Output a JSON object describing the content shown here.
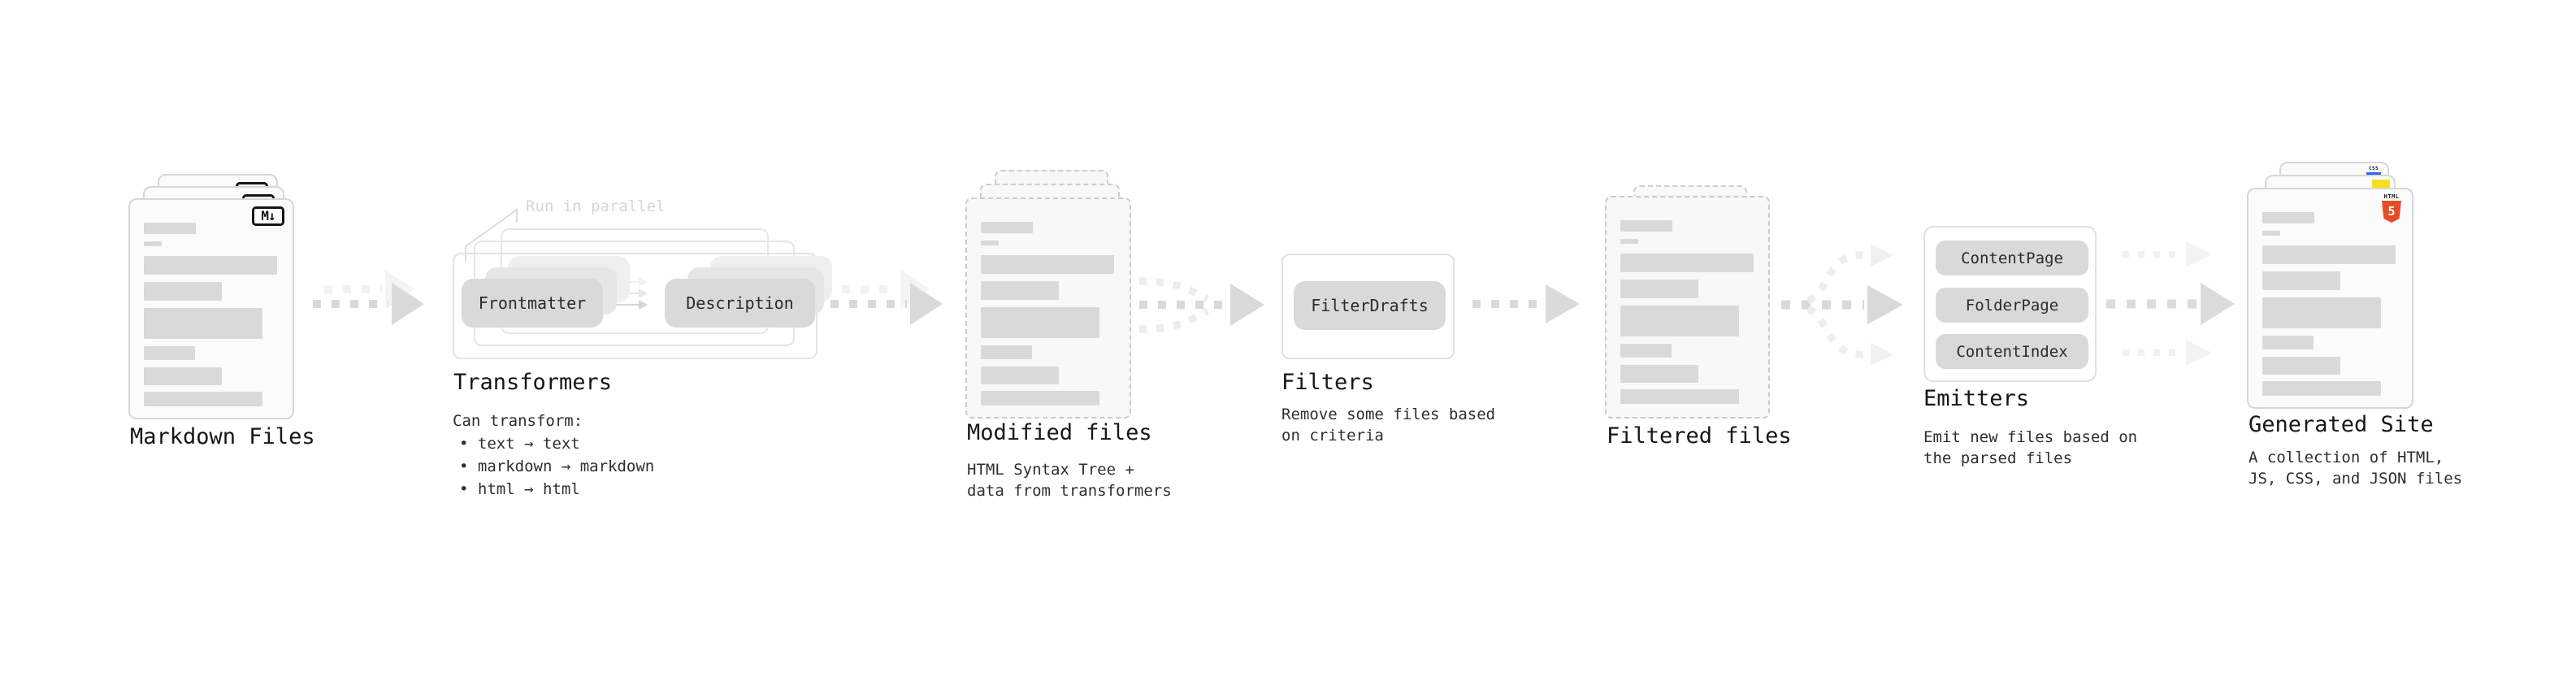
{
  "diagram": {
    "stages": {
      "markdown": {
        "title": "Markdown Files",
        "badge": "M↓"
      },
      "transformers": {
        "title": "Transformers",
        "note": "Run in parallel",
        "pill_left": "Frontmatter",
        "pill_right": "Description",
        "desc_heading": "Can transform:",
        "bullet": "•",
        "bullets": [
          "text → text",
          "markdown → markdown",
          "html → html"
        ]
      },
      "modified": {
        "title": "Modified files",
        "desc1": "HTML Syntax Tree +",
        "desc2": "data from transformers"
      },
      "filters": {
        "title": "Filters",
        "pill": "FilterDrafts",
        "desc1": "Remove some files based",
        "desc2": "on criteria"
      },
      "filtered": {
        "title": "Filtered files"
      },
      "emitters": {
        "title": "Emitters",
        "pills": [
          "ContentPage",
          "FolderPage",
          "ContentIndex"
        ],
        "desc1": "Emit new files based on",
        "desc2": "the parsed files"
      },
      "generated": {
        "title": "Generated Site",
        "desc1": "A collection of HTML,",
        "desc2": "JS, CSS, and JSON files",
        "badge_html": "HTML",
        "badge_html_n": "5",
        "badge_css": "CSS"
      }
    },
    "colors": {
      "html5_orange": "#e44d26",
      "js_yellow": "#f7df1e",
      "css_blue": "#2965f1",
      "pill_gray": "#d9d9d9",
      "arrow_gray": "#d9d9d9",
      "text_dark": "#1c1c1c",
      "note_gray": "#d6d6d6"
    }
  }
}
